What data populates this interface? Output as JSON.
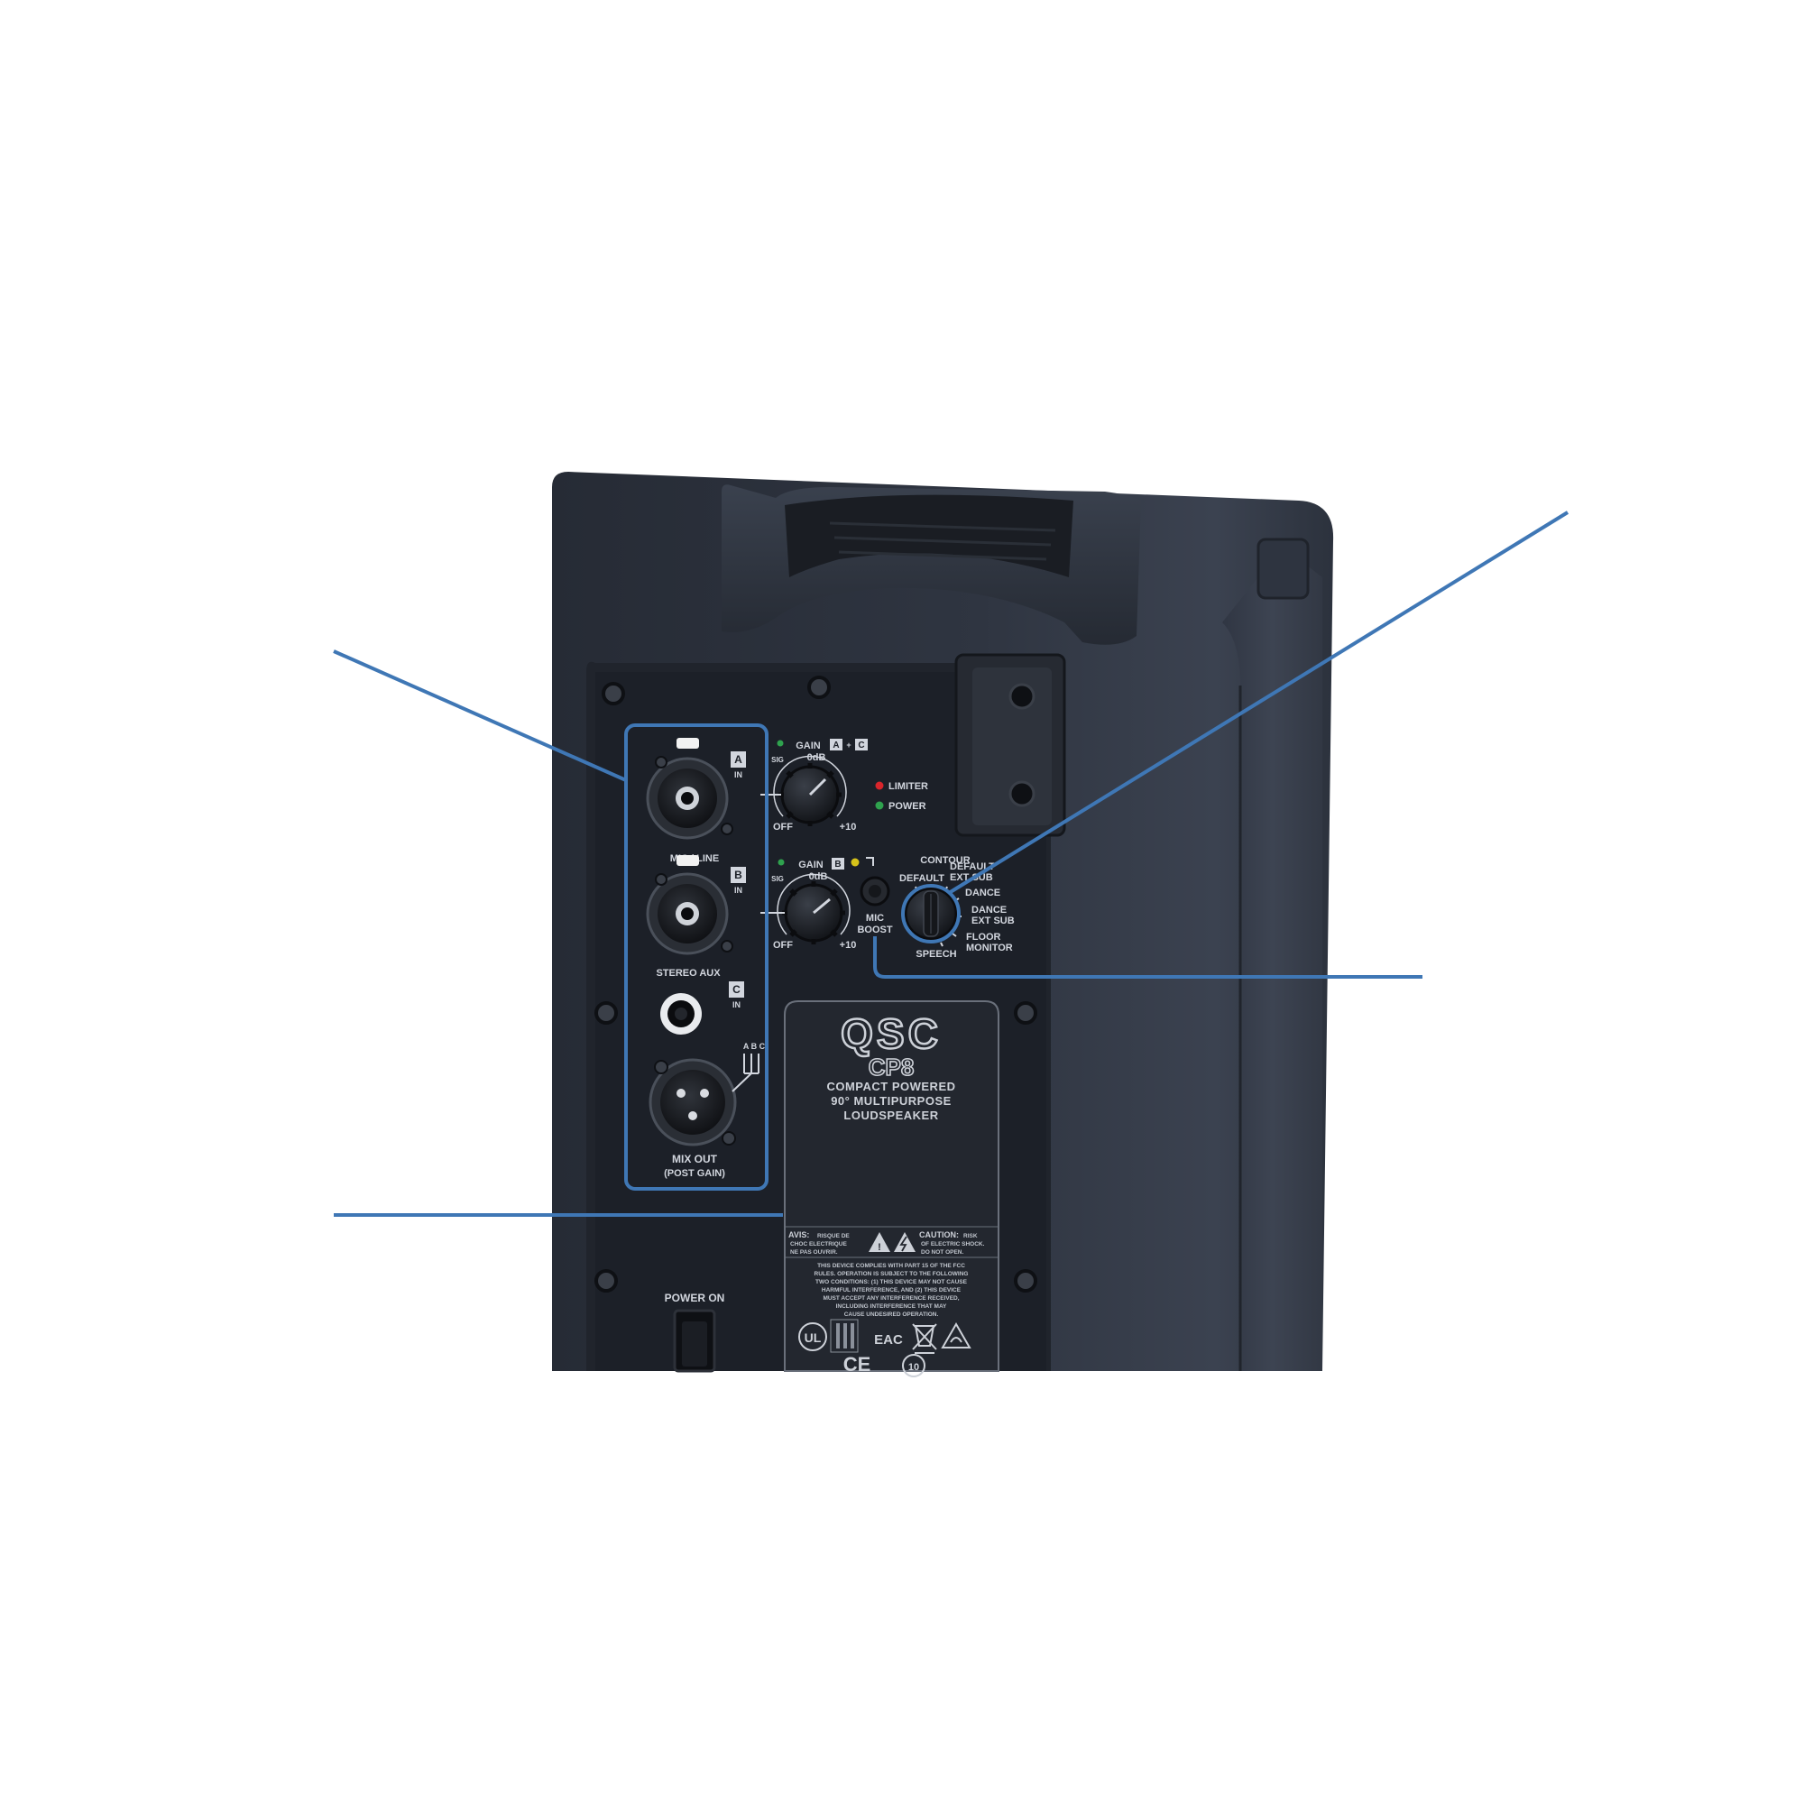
{
  "colors": {
    "background": "#ffffff",
    "callout": "#3f77b5",
    "cabinet": "#2a303b",
    "panel": "#1c2028",
    "led_red": "#d8252b",
    "led_green": "#2fa24e",
    "led_yellow": "#d6c21a"
  },
  "panel": {
    "input_a": {
      "badge": "A",
      "sub": "IN",
      "label": "MIC / LINE"
    },
    "input_b": {
      "badge": "B",
      "sub": "IN",
      "label": "STEREO AUX"
    },
    "input_c": {
      "badge": "C",
      "sub": "IN"
    },
    "mix_out": {
      "label": "MIX OUT",
      "sub": "(POST GAIN)",
      "routing": "A B C"
    },
    "gain_ac": {
      "title": "GAIN",
      "tag1": "A",
      "tag2": "C",
      "db": "0dB",
      "sig": "SIG",
      "off": "OFF",
      "max": "+10"
    },
    "gain_b": {
      "title": "GAIN",
      "tag": "B",
      "db": "0dB",
      "sig": "SIG",
      "off": "OFF",
      "max": "+10"
    },
    "leds": {
      "limiter": "LIMITER",
      "power": "POWER"
    },
    "mic_boost": {
      "line1": "MIC",
      "line2": "BOOST"
    },
    "contour": {
      "title": "CONTOUR",
      "default": "DEFAULT",
      "default_ext_sub_1": "DEFAULT",
      "default_ext_sub_2": "EXT SUB",
      "dance": "DANCE",
      "dance_ext_sub_1": "DANCE",
      "dance_ext_sub_2": "EXT SUB",
      "floor_monitor_1": "FLOOR",
      "floor_monitor_2": "MONITOR",
      "speech": "SPEECH"
    },
    "power_switch": {
      "label": "POWER ON"
    }
  },
  "plate": {
    "brand": "QSC",
    "model": "CP8",
    "line1": "COMPACT POWERED",
    "line2": "90° MULTIPURPOSE",
    "line3": "LOUDSPEAKER",
    "avis_title": "AVIS:",
    "avis_text_1": "RISQUE DE",
    "avis_text_2": "CHOC ELECTRIQUE",
    "avis_text_3": "NE PAS OUVRIR.",
    "caution_title": "CAUTION:",
    "caution_text_1": "RISK",
    "caution_text_2": "OF ELECTRIC SHOCK.",
    "caution_text_3": "DO NOT OPEN.",
    "fcc_1": "THIS DEVICE COMPLIES WITH PART 15 OF THE FCC",
    "fcc_2": "RULES. OPERATION IS SUBJECT TO THE FOLLOWING",
    "fcc_3": "TWO CONDITIONS: (1) THIS DEVICE MAY NOT CAUSE",
    "fcc_4": "HARMFUL INTERFERENCE, AND (2) THIS DEVICE",
    "fcc_5": "MUST ACCEPT ANY INTERFERENCE RECEIVED,",
    "fcc_6": "INCLUDING INTERFERENCE THAT MAY",
    "fcc_7": "CAUSE UNDESIRED OPERATION.",
    "ul": "UL",
    "eac": "EAC",
    "ce": "CE",
    "ten": "10"
  }
}
